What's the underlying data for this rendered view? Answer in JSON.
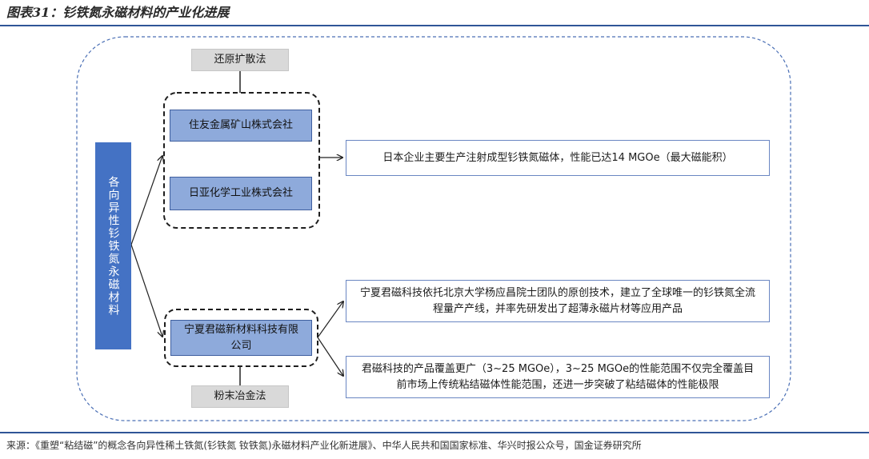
{
  "header": {
    "title": "图表31：钐铁氮永磁材料的产业化进展"
  },
  "diagram": {
    "root_label": "各向异性钐铁氮永磁材料",
    "method_top": "还原扩散法",
    "method_bottom": "粉末冶金法",
    "companies": {
      "sumitomo": "住友金属矿山株式会社",
      "nichia": "日亚化学工业株式会社",
      "junci": "宁夏君磁新材料科技有限公司"
    },
    "info": {
      "japan": "日本企业主要生产注射成型钐铁氮磁体，性能已达14 MGOe（最大磁能积）",
      "junci_tech": "宁夏君磁科技依托北京大学杨应昌院士团队的原创技术，建立了全球唯一的钐铁氮全流程量产产线，并率先研发出了超薄永磁片材等应用产品",
      "junci_range": "君磁科技的产品覆盖更广（3~25 MGOe），3~25 MGOe的性能范围不仅完全覆盖目前市场上传统粘结磁体性能范围，还进一步突破了粘结磁体的性能极限"
    },
    "colors": {
      "accent": "#4472c4",
      "company_fill": "#8eaadb",
      "tag_fill": "#d9d9d9",
      "frame_dash": "#4a6fb5"
    }
  },
  "footer": {
    "source": "来源：《重塑“粘结磁”的概念各向异性稀土铁氮(钐铁氮 钕铁氮)永磁材料产业化新进展》、中华人民共和国国家标准、华兴时报公众号，国金证券研究所"
  }
}
